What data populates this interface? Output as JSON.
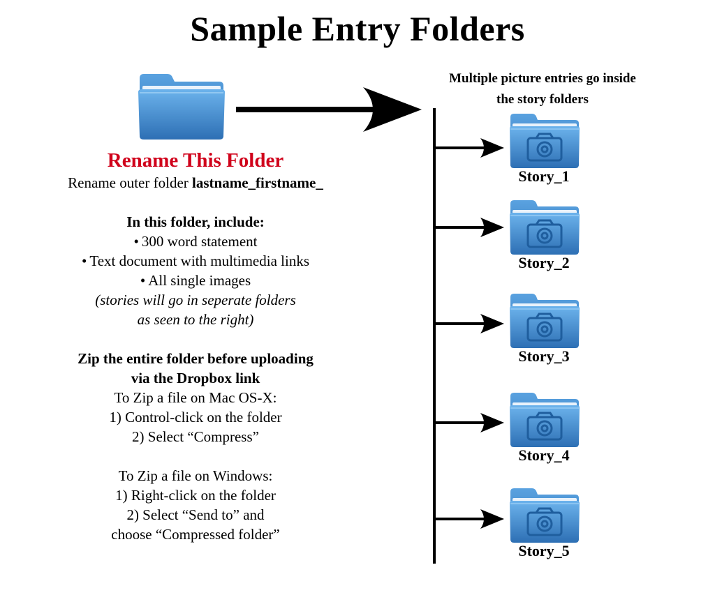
{
  "title": "Sample Entry Folders",
  "left": {
    "rename_title": "Rename This Folder",
    "rename_prefix": "Rename outer folder ",
    "rename_name": "lastname_firstname_",
    "include_heading": "In this folder, include:",
    "include_items": [
      "300 word statement",
      "Text document with multimedia links",
      "All single images"
    ],
    "note_line1": "(stories will go in seperate folders",
    "note_line2": "as seen to the right)",
    "zip_heading_line1": "Zip the entire folder before uploading",
    "zip_heading_line2": "via the Dropbox link",
    "mac_heading": "To Zip a file on Mac OS-X:",
    "mac_steps": [
      "1) Control-click on the folder",
      "2) Select “Compress”"
    ],
    "win_heading": "To Zip a file on Windows:",
    "win_steps": [
      "1) Right-click on the folder",
      "2) Select “Send to” and",
      "choose “Compressed folder”"
    ]
  },
  "right": {
    "caption_line1": "Multiple picture entries go inside",
    "caption_line2": "the story folders",
    "stories": [
      "Story_1",
      "Story_2",
      "Story_3",
      "Story_4",
      "Story_5"
    ]
  },
  "colors": {
    "folder_blue": "#4a90d4",
    "rename_red": "#d0021b"
  },
  "icons": {
    "outer_folder": "folder-icon",
    "story_folder": "camera-folder-icon"
  }
}
